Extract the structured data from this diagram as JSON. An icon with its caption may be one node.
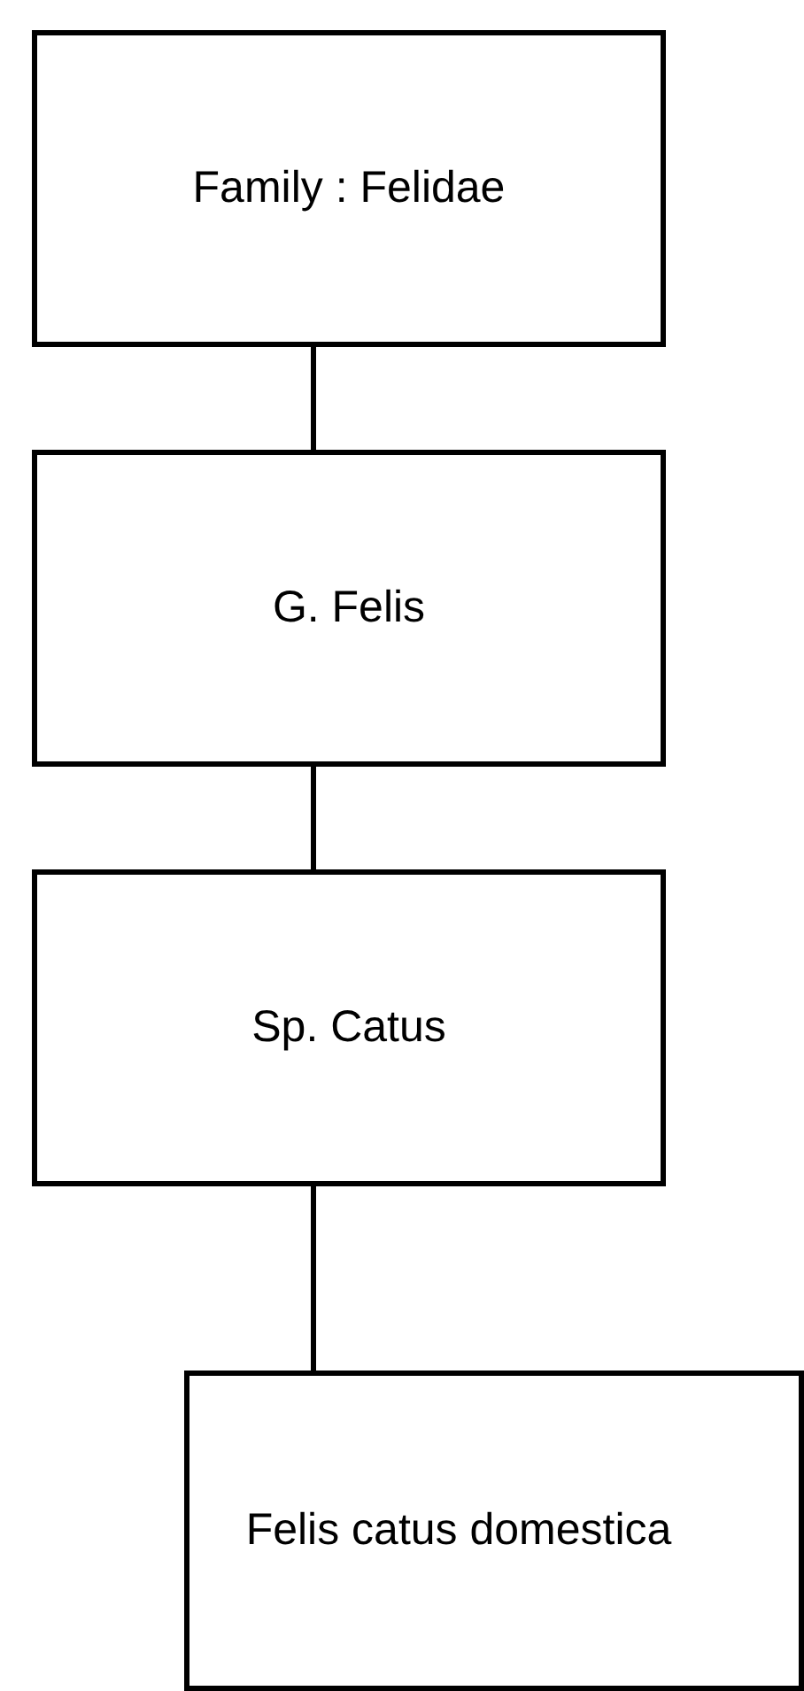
{
  "diagram": {
    "nodes": [
      {
        "text": [
          "Family : Felidae"
        ]
      },
      {
        "text": [
          "G. Felis"
        ]
      },
      {
        "text": [
          "Sp. Catus"
        ]
      },
      {
        "text": [
          "Felis catus domestica"
        ]
      }
    ],
    "edges": [
      {
        "from": 0,
        "to": 1,
        "arrow": "none"
      },
      {
        "from": 1,
        "to": 2,
        "arrow": "none"
      },
      {
        "from": 2,
        "to": 3,
        "arrow": "none"
      }
    ]
  }
}
